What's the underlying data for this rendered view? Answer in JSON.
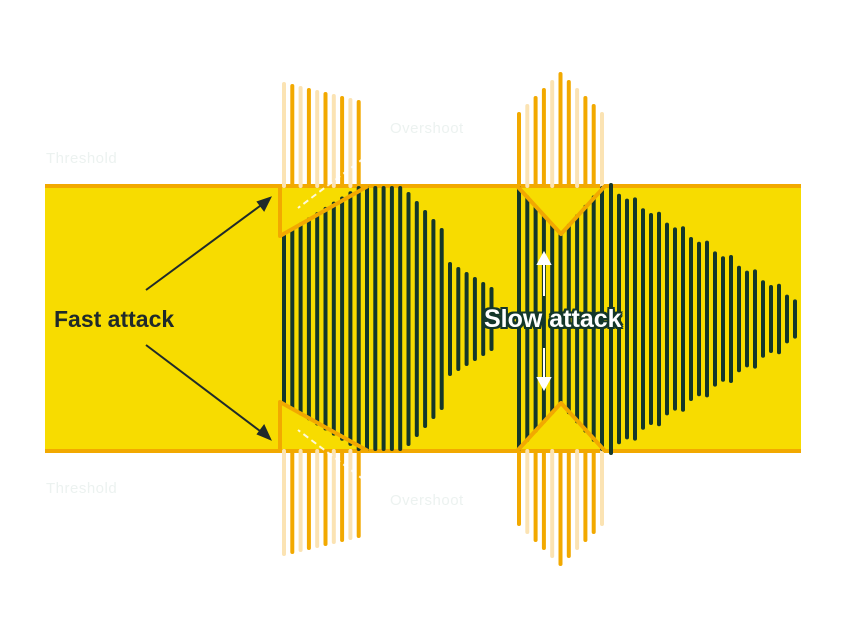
{
  "labels": {
    "threshold_top": "Threshold",
    "threshold_bottom": "Threshold",
    "overshoot_top": "Overshoot",
    "overshoot_bottom": "Overshoot",
    "fast_attack": "Fast attack",
    "slow_attack": "Slow attack"
  },
  "colors": {
    "band": "#f7dc00",
    "threshold_line": "#f2a900",
    "waveform_inside": "#14372a",
    "overshoot_strong": "#f2a900",
    "overshoot_faint": "#fbe3b3",
    "arrow": "#1f2a2a",
    "slow_arrow": "#ffffff"
  }
}
